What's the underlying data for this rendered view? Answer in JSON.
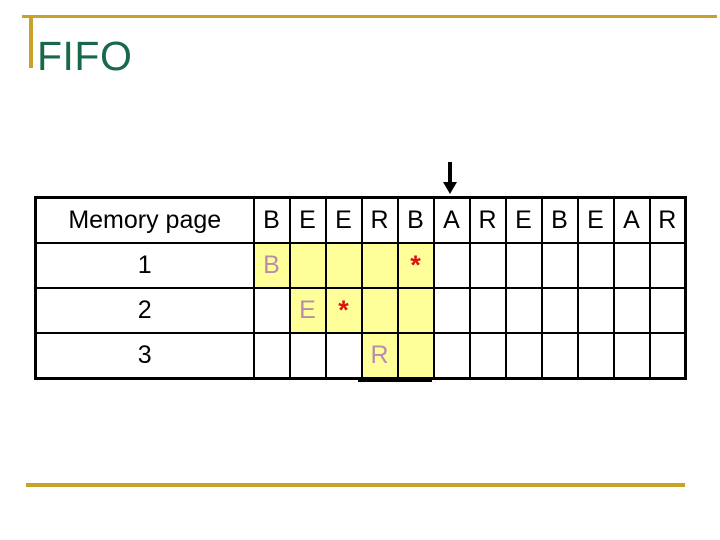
{
  "slide": {
    "title": "FIFO"
  },
  "colors": {
    "accent_gold": "#c9a22b",
    "title_green": "#17694a",
    "cell_highlight_yellow": "#ffff99",
    "resident_letter_pink": "#b98cad",
    "hit_star_red": "#dd1111",
    "grid_black": "#000000"
  },
  "arrow": {
    "icon": "down-arrow",
    "column_index": 5
  },
  "table": {
    "corner_label": "Memory page",
    "reference_string": [
      "B",
      "E",
      "E",
      "R",
      "B",
      "A",
      "R",
      "E",
      "B",
      "E",
      "A",
      "R"
    ],
    "rows": [
      {
        "label": "1",
        "cells": [
          {
            "text": "B",
            "highlight": true
          },
          {
            "highlight": true
          },
          {
            "highlight": true
          },
          {
            "highlight": true
          },
          {
            "text": "*",
            "highlight": true,
            "star": true
          },
          {},
          {},
          {},
          {},
          {},
          {},
          {}
        ]
      },
      {
        "label": "2",
        "cells": [
          {},
          {
            "text": "E",
            "highlight": true
          },
          {
            "text": "*",
            "highlight": true,
            "star": true
          },
          {
            "highlight": true
          },
          {
            "highlight": true
          },
          {},
          {},
          {},
          {},
          {},
          {},
          {}
        ]
      },
      {
        "label": "3",
        "cells": [
          {},
          {},
          {},
          {
            "text": "R",
            "highlight": true
          },
          {
            "highlight": true
          },
          {},
          {},
          {},
          {},
          {},
          {},
          {}
        ]
      }
    ]
  }
}
